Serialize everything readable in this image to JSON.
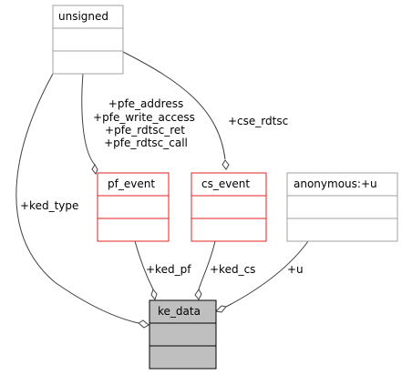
{
  "classes": {
    "unsigned": {
      "name": "unsigned",
      "border": "#a0a0a0",
      "fill": "#ffffff"
    },
    "pf_event": {
      "name": "pf_event",
      "border": "#e0231f",
      "fill": "#ffffff"
    },
    "cs_event": {
      "name": "cs_event",
      "border": "#e0231f",
      "fill": "#ffffff"
    },
    "anonymous_u": {
      "name": "anonymous:+u",
      "border": "#a0a0a0",
      "fill": "#ffffff"
    },
    "ke_data": {
      "name": "ke_data",
      "border": "#000000",
      "fill": "#bfbfbf"
    }
  },
  "edges": {
    "unsigned_to_pf_event": {
      "labels": [
        "+pfe_address",
        "+pfe_write_access",
        "+pfe_rdtsc_ret",
        "+pfe_rdtsc_call"
      ]
    },
    "unsigned_to_cs_event": {
      "label": "+cse_rdtsc"
    },
    "unsigned_to_ke_data": {
      "label": "+ked_type"
    },
    "pf_event_to_ke_data": {
      "label": "+ked_pf"
    },
    "cs_event_to_ke_data": {
      "label": "+ked_cs"
    },
    "anonymous_u_to_ke_data": {
      "label": "+u"
    }
  },
  "colors": {
    "edge": "#404040",
    "struct_border": "#e0231f",
    "type_border": "#a0a0a0",
    "focus_fill": "#bfbfbf"
  }
}
